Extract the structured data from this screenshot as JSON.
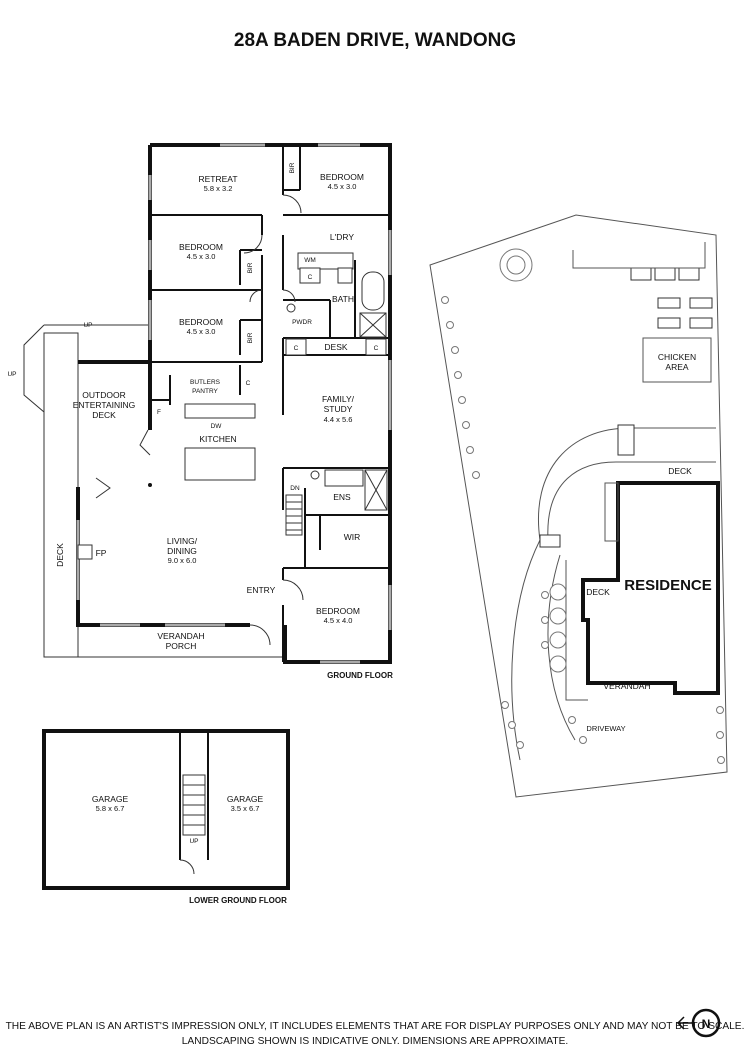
{
  "title": "28A BADEN DRIVE, WANDONG",
  "rooms": {
    "retreat": {
      "name": "RETREAT",
      "dim": "5.8 x 3.2"
    },
    "bedroom1": {
      "name": "BEDROOM",
      "dim": "4.5 x 3.0"
    },
    "bedroom2": {
      "name": "BEDROOM",
      "dim": "4.5 x 3.0"
    },
    "bedroom3": {
      "name": "BEDROOM",
      "dim": "4.5 x 3.0"
    },
    "bedroom4": {
      "name": "BEDROOM",
      "dim": "4.5 x 4.0"
    },
    "family": {
      "name_line1": "FAMILY/",
      "name_line2": "STUDY",
      "dim": "4.4 x 5.6"
    },
    "living": {
      "name_line1": "LIVING/",
      "name_line2": "DINING",
      "dim": "9.0 x 6.0"
    },
    "outdoor": {
      "line1": "OUTDOOR",
      "line2": "ENTERTAINING",
      "line3": "DECK"
    },
    "garage1": {
      "name": "GARAGE",
      "dim": "5.8 x 6.7"
    },
    "garage2": {
      "name": "GARAGE",
      "dim": "3.5 x 6.7"
    }
  },
  "labels": {
    "bir": "BIR",
    "ldry": "L'DRY",
    "wm": "WM",
    "c": "C",
    "bath": "BATH",
    "pwdr": "PWDR",
    "desk": "DESK",
    "butlers1": "BUTLERS",
    "butlers2": "PANTRY",
    "f": "F",
    "dw": "DW",
    "kitchen": "KITCHEN",
    "ens": "ENS",
    "wir": "WIR",
    "dn": "DN",
    "up": "UP",
    "deck": "DECK",
    "fp": "FP",
    "entry": "ENTRY",
    "verandah": "VERANDAH",
    "porch": "PORCH"
  },
  "floor_labels": {
    "ground": "GROUND FLOOR",
    "lower": "LOWER GROUND FLOOR"
  },
  "site": {
    "chicken1": "CHICKEN",
    "chicken2": "AREA",
    "deck_top": "DECK",
    "deck_side": "DECK",
    "residence": "RESIDENCE",
    "verandah": "VERANDAH",
    "driveway": "DRIVEWAY"
  },
  "north": "N",
  "disclaimer": {
    "line1": "THE ABOVE PLAN IS AN ARTIST'S IMPRESSION ONLY, IT INCLUDES ELEMENTS THAT ARE FOR DISPLAY PURPOSES ONLY AND MAY NOT BE TO SCALE.",
    "line2": "LANDSCAPING SHOWN IS INDICATIVE ONLY. DIMENSIONS ARE APPROXIMATE."
  }
}
